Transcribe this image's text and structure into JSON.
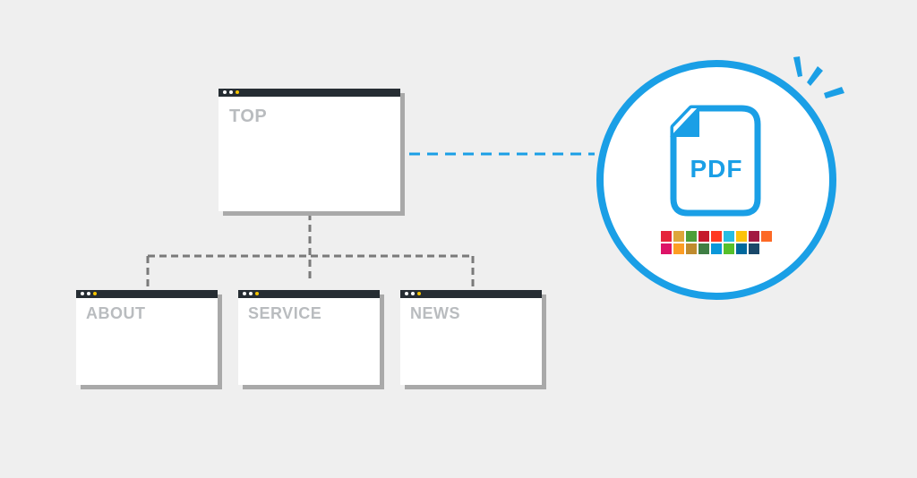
{
  "diagram": {
    "pages": {
      "top": "TOP",
      "about": "ABOUT",
      "service": "SERVICE",
      "news": "NEWS"
    },
    "document": {
      "label": "PDF",
      "icon": "pdf-file-icon"
    },
    "colors": {
      "background": "#efefef",
      "accent": "#1a9fe6",
      "window_bar": "#262d33",
      "connector": "#7a7a7a",
      "tile_row_1": [
        "#e5243b",
        "#dda63a",
        "#4c9f38",
        "#c5192d",
        "#ff3a21",
        "#26bde2",
        "#fcc30b",
        "#a21942",
        "#fd6925"
      ],
      "tile_row_2": [
        "#dd1367",
        "#fd9d24",
        "#bf8b2e",
        "#3f7e44",
        "#0a97d9",
        "#56c02b",
        "#00689d",
        "#19486a"
      ]
    }
  }
}
